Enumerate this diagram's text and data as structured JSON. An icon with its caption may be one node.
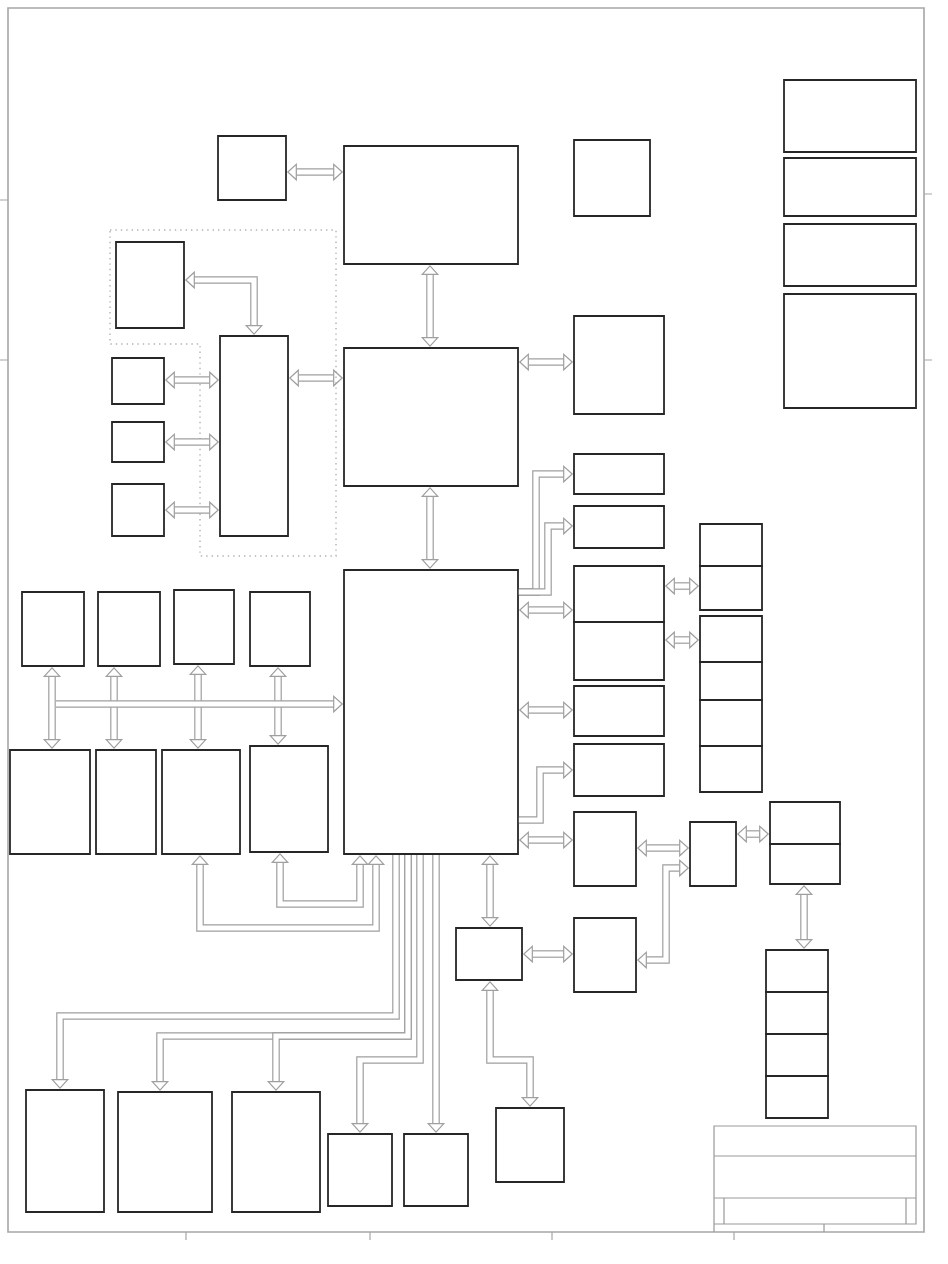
{
  "diagram": {
    "nodes": [
      {
        "text": [],
        "shape": "box"
      },
      {
        "text": [],
        "shape": "box"
      },
      {
        "text": [],
        "shape": "box"
      },
      {
        "text": [],
        "shape": "box"
      },
      {
        "text": [],
        "shape": "box"
      },
      {
        "text": [],
        "shape": "box"
      },
      {
        "text": [],
        "shape": "box"
      },
      {
        "text": [],
        "shape": "box"
      },
      {
        "text": [],
        "shape": "box"
      },
      {
        "text": [],
        "shape": "box"
      },
      {
        "text": [],
        "shape": "box"
      },
      {
        "text": [],
        "shape": "box"
      },
      {
        "text": [],
        "shape": "box"
      },
      {
        "text": [],
        "shape": "box"
      },
      {
        "text": [],
        "shape": "box"
      },
      {
        "text": [],
        "shape": "box"
      },
      {
        "text": [],
        "shape": "box"
      },
      {
        "text": [],
        "shape": "box"
      },
      {
        "text": [],
        "shape": "box"
      },
      {
        "text": [],
        "shape": "box"
      },
      {
        "text": [],
        "shape": "box"
      },
      {
        "text": [],
        "shape": "box"
      },
      {
        "text": [],
        "shape": "box"
      },
      {
        "text": [],
        "shape": "box"
      },
      {
        "text": [],
        "shape": "box"
      },
      {
        "text": [],
        "shape": "box"
      },
      {
        "text": [],
        "shape": "box"
      },
      {
        "text": [],
        "shape": "box"
      },
      {
        "text": [],
        "shape": "box"
      },
      {
        "text": [],
        "shape": "box"
      },
      {
        "text": [],
        "shape": "box"
      },
      {
        "text": [],
        "shape": "box"
      },
      {
        "text": [],
        "shape": "box"
      },
      {
        "text": [],
        "shape": "box"
      },
      {
        "text": [],
        "shape": "box"
      },
      {
        "text": [],
        "shape": "box"
      },
      {
        "text": [],
        "shape": "box"
      },
      {
        "text": [],
        "shape": "box"
      },
      {
        "text": [],
        "shape": "box"
      },
      {
        "text": [],
        "shape": "box"
      },
      {
        "text": [],
        "shape": "box"
      },
      {
        "text": [],
        "shape": "box"
      },
      {
        "text": [],
        "shape": "box"
      },
      {
        "text": [],
        "shape": "box"
      },
      {
        "text": [],
        "shape": "box"
      },
      {
        "text": [],
        "shape": "box"
      },
      {
        "text": [],
        "shape": "box"
      },
      {
        "text": [],
        "shape": "box"
      },
      {
        "text": [],
        "shape": "box"
      },
      {
        "text": [],
        "shape": "box"
      },
      {
        "text": [],
        "shape": "box"
      }
    ],
    "edges": [
      {
        "from": 0,
        "to": 1,
        "arrow": "both"
      },
      {
        "from": 1,
        "to": 12,
        "arrow": "both"
      },
      {
        "from": 7,
        "to": 8,
        "arrow": "both"
      },
      {
        "from": 9,
        "to": 8,
        "arrow": "both"
      },
      {
        "from": 10,
        "to": 8,
        "arrow": "both"
      },
      {
        "from": 11,
        "to": 8,
        "arrow": "both"
      },
      {
        "from": 8,
        "to": 12,
        "arrow": "both"
      },
      {
        "from": 12,
        "to": 13,
        "arrow": "both"
      },
      {
        "from": 12,
        "to": 22,
        "arrow": "both"
      },
      {
        "from": 22,
        "to": 14,
        "arrow": "to"
      },
      {
        "from": 22,
        "to": 15,
        "arrow": "to"
      },
      {
        "from": 22,
        "to": 23,
        "arrow": "both"
      },
      {
        "from": 23,
        "to": 17,
        "arrow": "both"
      },
      {
        "from": 24,
        "to": 25,
        "arrow": "both"
      },
      {
        "from": 22,
        "to": 29,
        "arrow": "both"
      },
      {
        "from": 22,
        "to": 30,
        "arrow": "to"
      },
      {
        "from": 22,
        "to": 35,
        "arrow": "both"
      },
      {
        "from": 35,
        "to": 36,
        "arrow": "both"
      },
      {
        "from": 39,
        "to": 36,
        "arrow": "both"
      },
      {
        "from": 36,
        "to": 37,
        "arrow": "both"
      },
      {
        "from": 38,
        "to": 41,
        "arrow": "both"
      },
      {
        "from": 22,
        "to": 40,
        "arrow": "both"
      },
      {
        "from": 40,
        "to": 39,
        "arrow": "both"
      },
      {
        "from": 40,
        "to": 50,
        "arrow": "both"
      },
      {
        "from": 18,
        "to": 31,
        "arrow": "both"
      },
      {
        "from": 19,
        "to": 32,
        "arrow": "both"
      },
      {
        "from": 20,
        "to": 33,
        "arrow": "both"
      },
      {
        "from": 21,
        "to": 34,
        "arrow": "both"
      },
      {
        "from": null,
        "to": 22,
        "arrow": "to"
      },
      {
        "from": 34,
        "to": 22,
        "arrow": "both"
      },
      {
        "from": 33,
        "to": 22,
        "arrow": "both"
      },
      {
        "from": 22,
        "to": 45,
        "arrow": "to"
      },
      {
        "from": 22,
        "to": 46,
        "arrow": "to"
      },
      {
        "from": 22,
        "to": 47,
        "arrow": "to"
      },
      {
        "from": 22,
        "to": 48,
        "arrow": "to"
      },
      {
        "from": 22,
        "to": 49,
        "arrow": "to"
      }
    ]
  }
}
